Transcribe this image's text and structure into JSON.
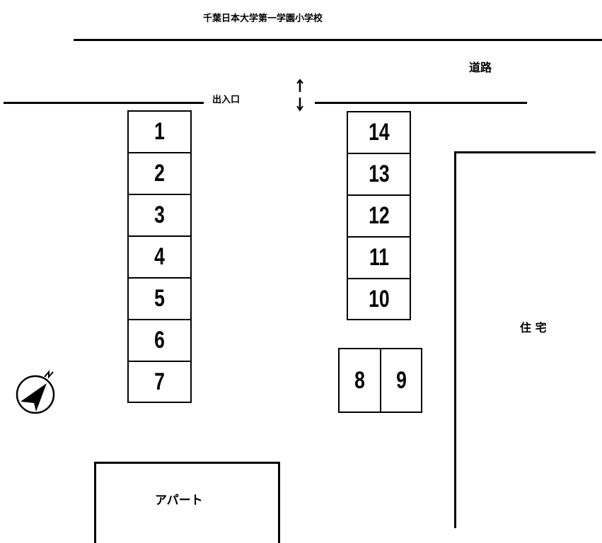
{
  "diagram": {
    "type": "parking-lot-layout",
    "labels": {
      "school": "千葉日本大学第一学園小学校",
      "road": "道路",
      "entrance": "出入口",
      "house": "住 宅",
      "apartment": "アパート"
    },
    "compass": {
      "direction_label": "N",
      "icon": "compass-north-arrow-icon"
    },
    "entrance_arrow": {
      "icon": "up-down-arrow-icon",
      "up": "↑",
      "down": "↓"
    },
    "left_column_slots": [
      "1",
      "2",
      "3",
      "4",
      "5",
      "6",
      "7"
    ],
    "right_column_slots": [
      "14",
      "13",
      "12",
      "11",
      "10"
    ],
    "bottom_pair_slots": [
      "8",
      "9"
    ],
    "total_slots": 14,
    "colors": {
      "line": "#000000",
      "background": "#ffffff"
    }
  }
}
